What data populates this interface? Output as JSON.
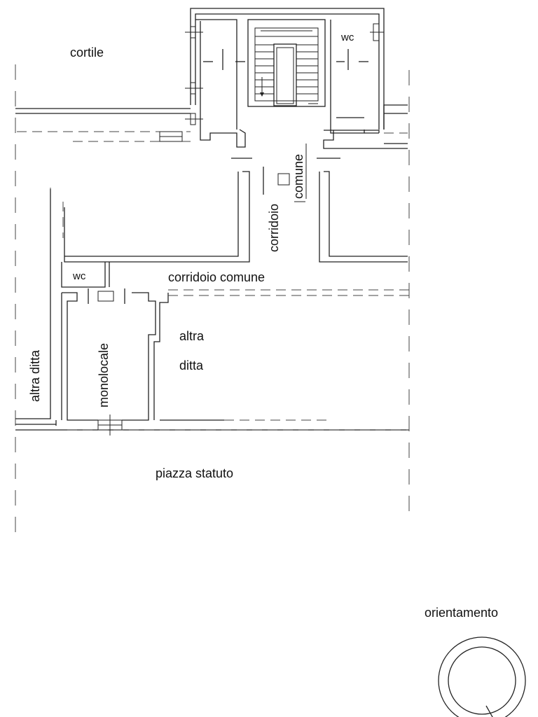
{
  "labels": {
    "cortile": "cortile",
    "wc_top": "wc",
    "comune": "comune",
    "corridoio": "corridoio",
    "wc_left": "wc",
    "corridoio_comune": "corridoio comune",
    "altra_1": "altra",
    "ditta_1": "ditta",
    "altra_ditta": "altra ditta",
    "monolocale": "monolocale",
    "piazza_statuto": "piazza statuto",
    "orientamento": "orientamento"
  }
}
